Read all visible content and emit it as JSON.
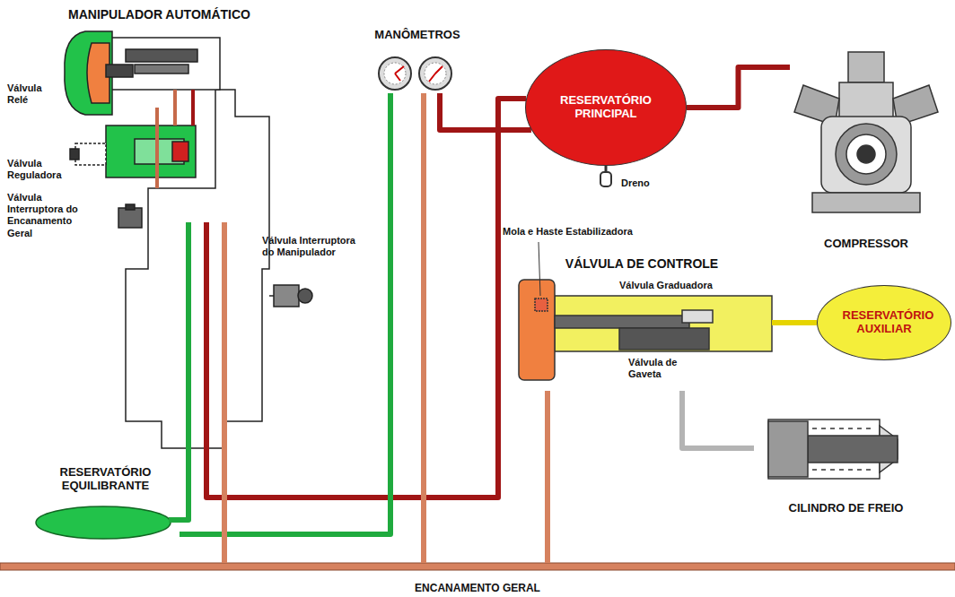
{
  "diagram": {
    "nodes": [
      {
        "text": [
          "MANIPULADOR AUTOMÁTICO"
        ]
      },
      {
        "text": [
          "MANÔMETROS"
        ]
      },
      {
        "text": [
          "RESERVATÓRIO PRINCIPAL"
        ]
      },
      {
        "text": [
          "COMPRESSOR"
        ]
      },
      {
        "text": [
          "VÁLVULA DE CONTROLE"
        ]
      },
      {
        "text": [
          "RESERVATÓRIO AUXILIAR"
        ]
      },
      {
        "text": [
          "CILINDRO DE FREIO"
        ]
      },
      {
        "text": [
          "RESERVATÓRIO EQUILIBRANTE"
        ]
      },
      {
        "text": [
          "ENCANAMENTO GERAL"
        ]
      }
    ],
    "edges": [
      {
        "from": 3,
        "to": 2,
        "arrow": "none"
      },
      {
        "from": 2,
        "to": 0,
        "arrow": "none"
      },
      {
        "from": 2,
        "to": 1,
        "arrow": "none"
      },
      {
        "from": 0,
        "to": 7,
        "arrow": "none"
      },
      {
        "from": 7,
        "to": 1,
        "arrow": "none"
      },
      {
        "from": 0,
        "to": 8,
        "arrow": "none"
      },
      {
        "from": 1,
        "to": 8,
        "arrow": "none"
      },
      {
        "from": 8,
        "to": 4,
        "arrow": "none"
      },
      {
        "from": 4,
        "to": 5,
        "arrow": "none"
      },
      {
        "from": 4,
        "to": 6,
        "arrow": "none"
      }
    ],
    "labels": [
      "Válvula Relé",
      "Válvula Reguladora",
      "Válvula Interruptora do Encanamento Geral",
      "Válvula Interruptora do Manipulador",
      "Dreno",
      "Mola e Haste Estabilizadora",
      "Válvula Graduadora",
      "Válvula de Gaveta"
    ]
  }
}
